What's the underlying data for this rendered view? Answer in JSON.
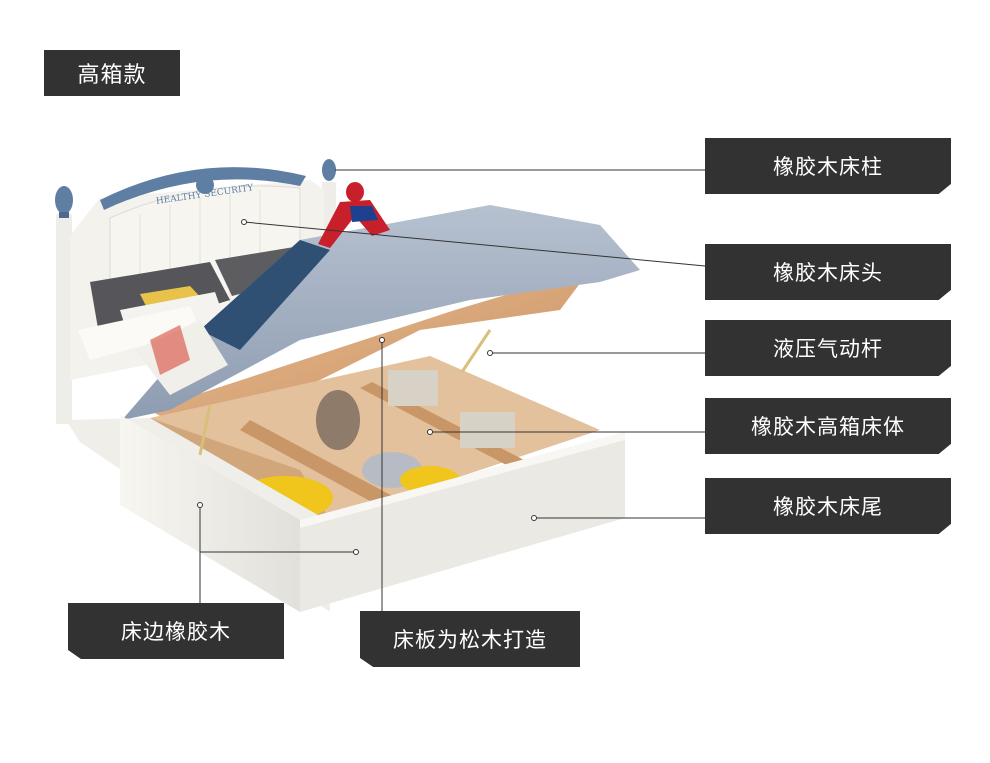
{
  "title": "高箱款",
  "callouts": [
    "橡胶木床柱",
    "橡胶木床头",
    "液压气动杆",
    "橡胶木高箱床体",
    "橡胶木床尾",
    "床边橡胶木",
    "床板为松木打造"
  ],
  "headboard_text": "HEALTHY SECURITY",
  "colors": {
    "label_bg": "#323232",
    "label_text": "#ffffff",
    "bed_white": "#f0eee8",
    "headboard_blue": "#5f7ea3",
    "wood": "#d9a77a",
    "bedding_gray": "#a4b1c3",
    "pillow_gray": "#55555a"
  }
}
